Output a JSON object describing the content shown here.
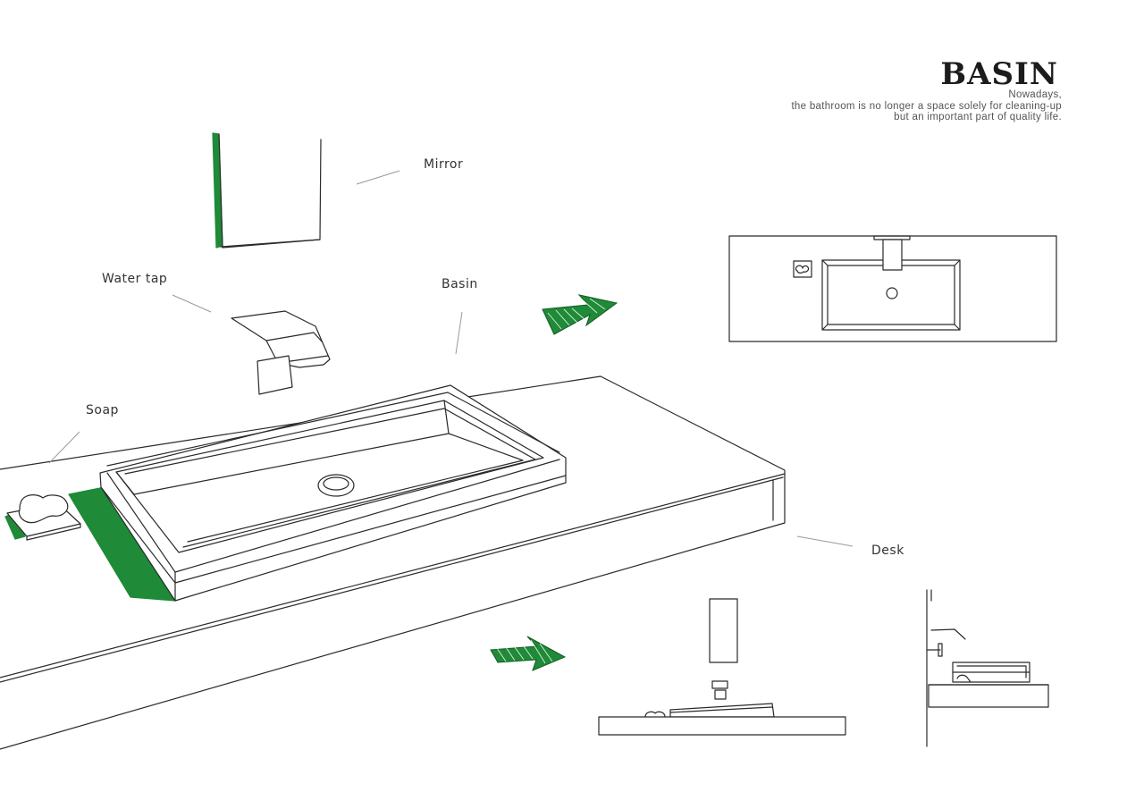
{
  "header": {
    "title": "BASIN",
    "tagline": [
      "Nowadays,",
      "the bathroom is no longer a space solely for cleaning-up",
      "but an important part of quality life."
    ]
  },
  "labels": {
    "mirror": "Mirror",
    "water_tap": "Water tap",
    "basin": "Basin",
    "soap": "Soap",
    "desk": "Desk"
  },
  "colors": {
    "accent_green": "#1f8a37",
    "line": "#2a2a2a",
    "leader": "#9a9a9a"
  },
  "icons": [
    "arrow-right-icon",
    "arrow-right-icon"
  ]
}
